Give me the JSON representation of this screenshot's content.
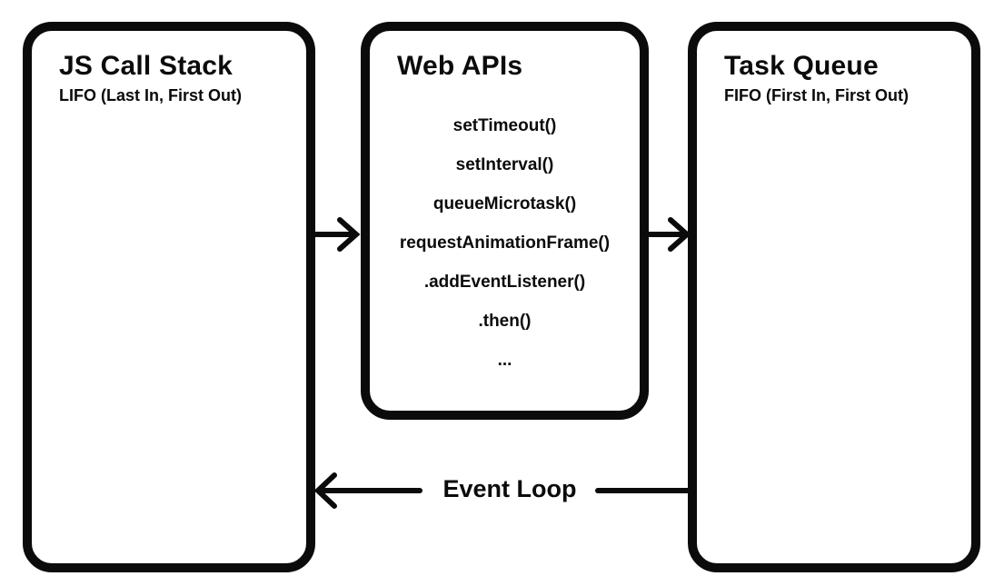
{
  "boxes": {
    "call_stack": {
      "title": "JS Call Stack",
      "subtitle": "LIFO (Last In, First Out)"
    },
    "web_apis": {
      "title": "Web APIs",
      "items": [
        "setTimeout()",
        "setInterval()",
        "queueMicrotask()",
        "requestAnimationFrame()",
        ".addEventListener()",
        ".then()",
        "..."
      ]
    },
    "task_queue": {
      "title": "Task Queue",
      "subtitle": "FIFO (First In, First Out)"
    }
  },
  "event_loop_label": "Event Loop",
  "colors": {
    "stroke": "#0b0b0b",
    "background": "#ffffff"
  }
}
